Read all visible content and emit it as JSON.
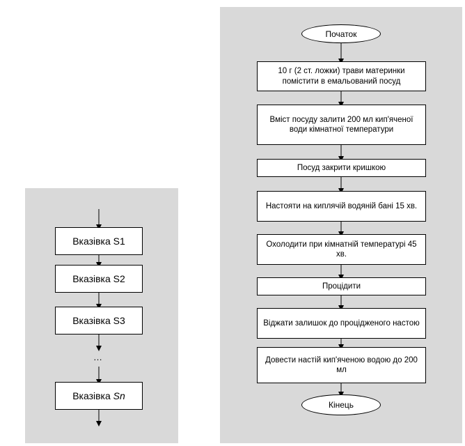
{
  "left": {
    "steps": [
      "Вказівка S1",
      "Вказівка S2",
      "Вказівка S3"
    ],
    "ellipsis": "…",
    "last": {
      "prefix": "Вказівка ",
      "italic": "Sn"
    }
  },
  "right": {
    "start": "Початок",
    "steps": [
      "10 г (2 ст. ложки) трави материнки помістити в емальований посуд",
      "Вміст посуду залити 200 мл кип'яченої води кімнатної температури",
      "Посуд закрити кришкою",
      "Настояти на киплячій водяній бані 15 хв.",
      "Охолодити при кімнатній температурі 45 хв.",
      "Процідити",
      "Віджати залишок до процідженого настою",
      "Довести настій кип'яченою водою до 200 мл"
    ],
    "end": "Кінець"
  }
}
